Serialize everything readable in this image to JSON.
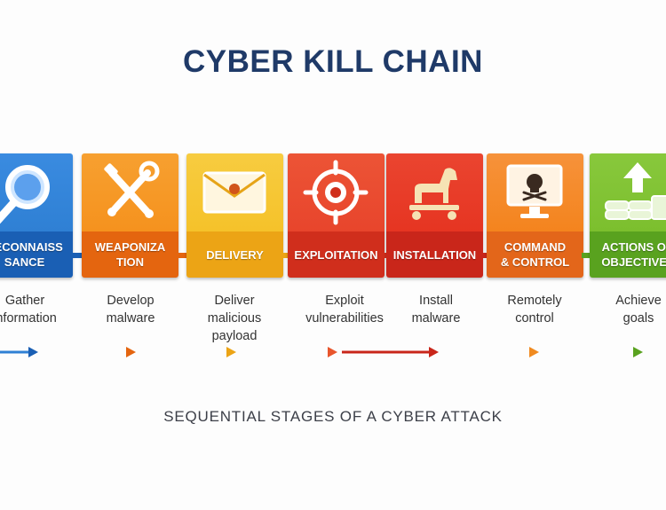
{
  "title": "CYBER KILL CHAIN",
  "subtitle": "SEQUENTIAL STAGES OF A CYBER ATTACK",
  "stages": [
    {
      "label": "RECONNAISS\nSANCE",
      "description": "Gather\ninformation",
      "icon": "magnifier-icon",
      "color_top": "#2f80d4",
      "color_bottom": "#1a5fb4"
    },
    {
      "label": "WEAPONIZA\nTION",
      "description": "Develop\nmalware",
      "icon": "tools-icon",
      "color_top": "#f5921e",
      "color_bottom": "#e4650f"
    },
    {
      "label": "DELIVERY",
      "description": "Deliver\nmalicious\npayload",
      "icon": "envelope-icon",
      "color_top": "#f5c22a",
      "color_bottom": "#eca415"
    },
    {
      "label": "EXPLOITATION",
      "description": "Exploit\nvulnerabilities",
      "icon": "target-icon",
      "color_top": "#e8452c",
      "color_bottom": "#d02e1c"
    },
    {
      "label": "INSTALLATION",
      "description": "Install\nmalware",
      "icon": "trojan-horse-icon",
      "color_top": "#e63522",
      "color_bottom": "#c9261a"
    },
    {
      "label": "COMMAND\n& CONTROL",
      "description": "Remotely\ncontrol",
      "icon": "skull-monitor-icon",
      "color_top": "#f4841e",
      "color_bottom": "#e3661a"
    },
    {
      "label": "ACTIONS ON\nOBJECTIVES",
      "description": "Achieve\ngoals",
      "icon": "money-stack-icon",
      "color_top": "#7cbf2e",
      "color_bottom": "#59a21f"
    }
  ]
}
